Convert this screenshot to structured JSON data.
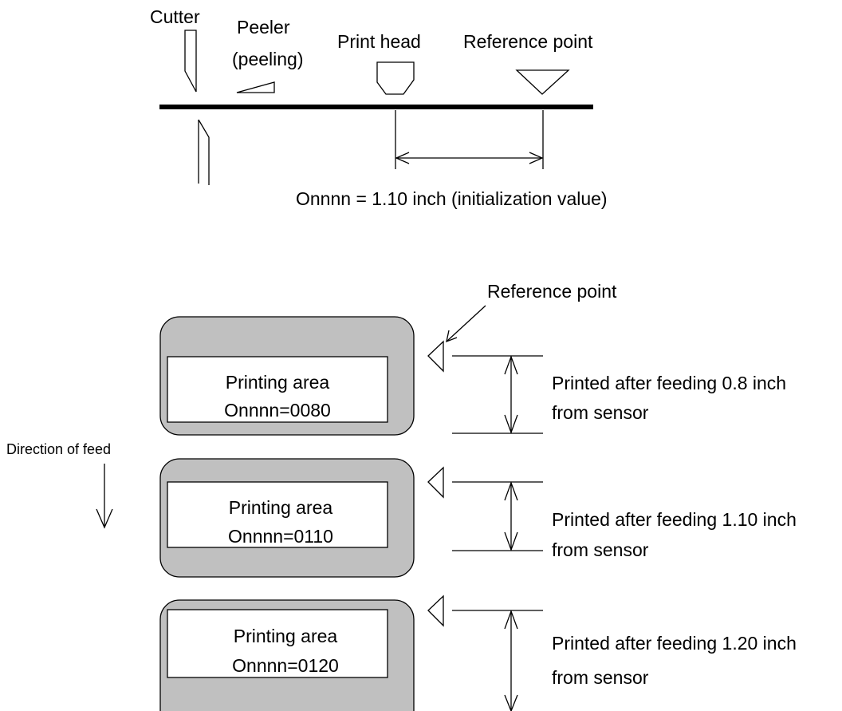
{
  "top_diagram": {
    "cutter_label": "Cutter",
    "peeler_label": "Peeler",
    "peeler_sublabel": "(peeling)",
    "print_head_label": "Print head",
    "reference_point_label": "Reference point",
    "distance_caption": "Onnnn = 1.10 inch (initialization value)"
  },
  "bottom_diagram": {
    "reference_point_label": "Reference point",
    "direction_label": "Direction of feed",
    "label_fill_color": "#c0c0c0",
    "labels": [
      {
        "area_title": "Printing area",
        "area_value": "Onnnn=0080",
        "note_line1": "Printed after feeding 0.8 inch",
        "note_line2": "from sensor"
      },
      {
        "area_title": "Printing area",
        "area_value": "Onnnn=0110",
        "note_line1": "Printed after feeding 1.10 inch",
        "note_line2": "from sensor"
      },
      {
        "area_title": "Printing area",
        "area_value": "Onnnn=0120",
        "note_line1": "Printed after feeding 1.20 inch",
        "note_line2": "from sensor"
      }
    ]
  }
}
